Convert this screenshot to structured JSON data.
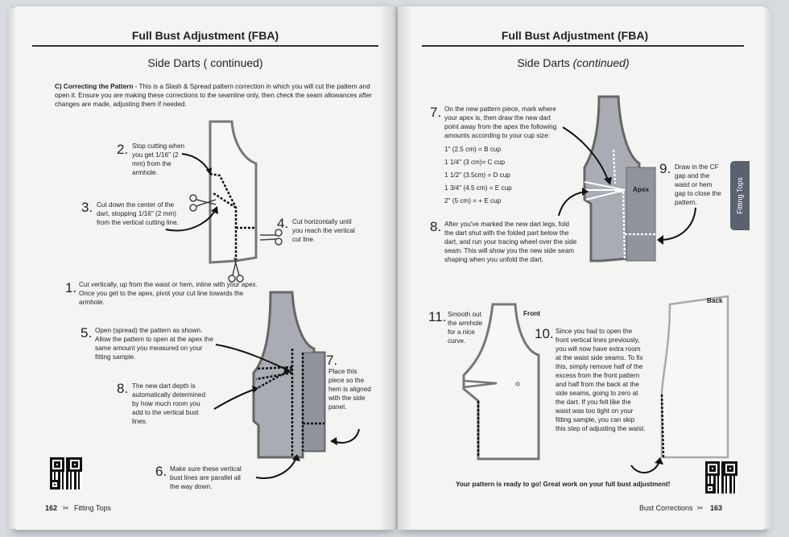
{
  "left_page": {
    "header": "Full Bust Adjustment (FBA)",
    "subheader": "Side Darts ( continued)",
    "intro_bold": "C) Correcting the Pattern",
    "intro_text": " - This is a Slash & Spread pattern correction in which you will cut the pattern and open it. Ensure you are making these corrections to the seamline only, then check the seam allowances after changes are made, adjusting them if needed.",
    "steps": [
      {
        "n": "2.",
        "text": "Stop cutting when you get 1/16\" (2 mm) from the armhole."
      },
      {
        "n": "3.",
        "text": "Cut down the center of the dart, stopping 1/16\" (2 mm) from the vertical cutting line."
      },
      {
        "n": "4.",
        "text": "Cut horizontally until you reach the vertical cut line."
      },
      {
        "n": "1.",
        "text": "Cut vertically, up from the waist or hem, inline with your apex. Once you get to the apex, pivot your cut line towards the armhole."
      },
      {
        "n": "5.",
        "text": "Open (spread) the pattern as shown. Allow the pattern to open at the apex the same amount you measured on your fitting sample."
      },
      {
        "n": "7.",
        "text": "Place this piece so the hem is aligned with the side panel."
      },
      {
        "n": "8.",
        "text": "The new dart depth is automatically determined by how much room you add to the vertical bust lines."
      },
      {
        "n": "6.",
        "text": "Make sure these vertical bust lines are parallel all the way down."
      }
    ],
    "footer_page": "162",
    "footer_section": "Fitting Tops"
  },
  "right_page": {
    "header": "Full Bust Adjustment (FBA)",
    "subheader_plain": "Side Darts ",
    "subheader_italic": "(continued)",
    "steps": [
      {
        "n": "7.",
        "text": "On the new pattern piece, mark where your apex is, then draw the new dart point away from the apex the following amounts according to your cup size:"
      },
      {
        "n": "8.",
        "text": "After you've marked the new dart legs, fold the dart shut with the folded part below the dart, and run your tracing wheel over the side seam. This will show you the new side seam shaping when you unfold the dart."
      },
      {
        "n": "9.",
        "text": "Draw in the CF gap and the waist or hem gap to close the pattern."
      },
      {
        "n": "11.",
        "text": "Smooth out the armhole for a nice curve."
      },
      {
        "n": "10.",
        "text": "Since you had to open the front vertical lines previously, you will now have extra room at the waist side seams. To fix this, simply remove half of the excess from the front pattern and half from the back at the side seams, going to zero at the dart. If you felt like the waist was too tight on your fitting sample, you can skip this step of adjusting the waist."
      }
    ],
    "cup_sizes": [
      "1\" (2.5 cm) = B cup",
      "1 1/4\" (3 cm)= C cup",
      "1 1/2\" (3.5cm) = D cup",
      "1 3/4\" (4.5 cm) = E cup",
      "2\" (5 cm) = + E cup"
    ],
    "apex_label": "Apex",
    "front_label": "Front",
    "back_label": "Back",
    "closing": "Your pattern is ready to go! Great work on your full bust adjustment!",
    "side_tab": "Fitting Tops",
    "footer_section": "Bust Corrections",
    "footer_page": "163"
  }
}
